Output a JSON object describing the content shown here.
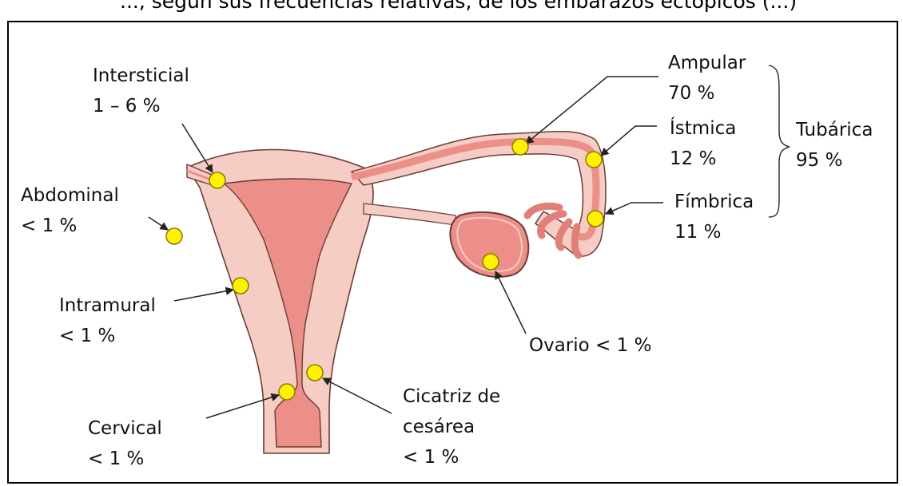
{
  "caption": "..., según sus frecuencias relativas, de los embarazos ectópicos (...)",
  "labels": {
    "intersticial": {
      "name": "Intersticial",
      "pct": "1 – 6 %"
    },
    "abdominal": {
      "name": "Abdominal",
      "pct": "< 1 %"
    },
    "intramural": {
      "name": "Intramural",
      "pct": "< 1 %"
    },
    "cervical": {
      "name": "Cervical",
      "pct": "< 1 %"
    },
    "cicatriz": {
      "name": "Cicatriz de",
      "name2": "cesárea",
      "pct": "< 1 %"
    },
    "ovario": {
      "name": "Ovario < 1 %"
    },
    "ampular": {
      "name": "Ampular",
      "pct": "70 %"
    },
    "istmica": {
      "name": "Ístmica",
      "pct": "12 %"
    },
    "fimbrica": {
      "name": "Fímbrica",
      "pct": "11 %"
    },
    "tubarica": {
      "name": "Tubárica",
      "pct": "95 %"
    }
  },
  "colors": {
    "tissue_light": "#f6cdc5",
    "tissue_dark": "#eb8f88",
    "outline": "#6b3b36",
    "site_marker": "#fff200"
  }
}
